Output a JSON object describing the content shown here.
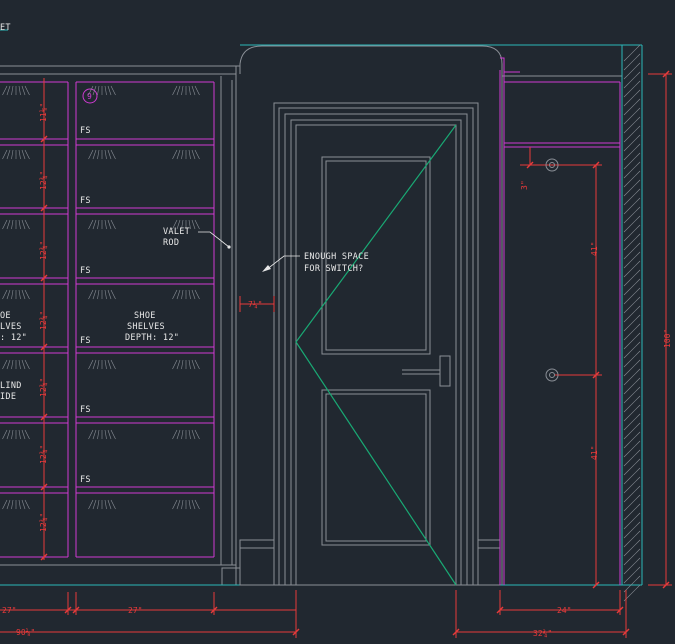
{
  "labels": {
    "title_fragment": "ET",
    "valet_1": "VALET",
    "valet_2": "ROD",
    "switch_1": "ENOUGH SPACE",
    "switch_2": "FOR SWITCH?",
    "shoe_1": "SHOE",
    "shoe_2": "SHELVES",
    "shoe_3": "DEPTH: 12\"",
    "left_1": "OE",
    "left_2": "LVES",
    "left_3": ": 12\"",
    "left_4": "LIND",
    "left_5": "IDE"
  },
  "tags": {
    "detail": "9"
  },
  "fs_label": "FS",
  "shelf_dims": [
    "11⅛\"",
    "12¾\"",
    "12¾\"",
    "12¾\"",
    "12¾\"",
    "12¾\"",
    "12¾\""
  ],
  "dims": {
    "jamb": "7¼\"",
    "left_27": "27\"",
    "mid_27": "27\"",
    "total_left": "90⅛\"",
    "right_24": "24\"",
    "right_total": "32¾\"",
    "height": "100\"",
    "outlet_offset": "3\"",
    "upper_41": "41\"",
    "lower_41": "41\""
  }
}
